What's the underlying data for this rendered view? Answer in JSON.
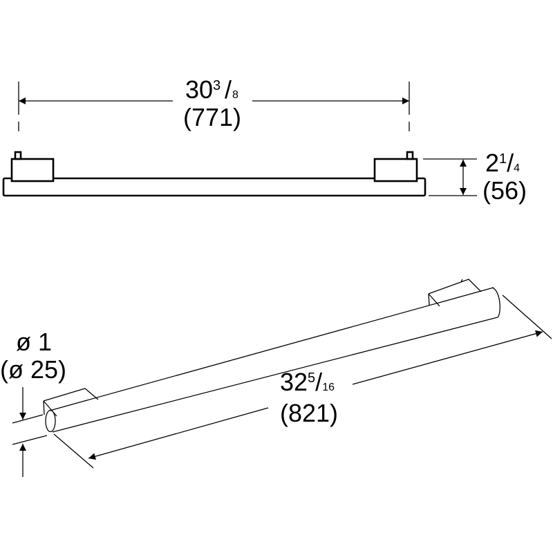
{
  "diagram": {
    "top_view": {
      "width_in_whole": "30",
      "width_in_num": "3",
      "width_in_den": "8",
      "width_mm": "(771)",
      "depth_in_whole": "2",
      "depth_in_num": "1",
      "depth_in_den": "4",
      "depth_mm": "(56)"
    },
    "iso_view": {
      "diameter_in": "ø 1",
      "diameter_mm": "(ø 25)",
      "length_in_whole": "32",
      "length_in_num": "5",
      "length_in_den": "16",
      "length_mm": "(821)"
    },
    "colors": {
      "line": "#000000",
      "background": "#ffffff"
    }
  }
}
